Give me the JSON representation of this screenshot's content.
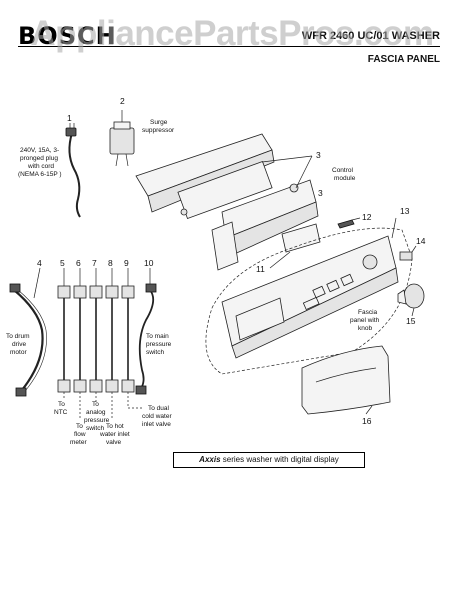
{
  "header": {
    "brand": "BOSCH",
    "model_title": "WFR 2460 UC/01 WASHER",
    "section_title": "FASCIA PANEL",
    "watermark": "AppliancePartsPros.com"
  },
  "callouts": [
    "1",
    "2",
    "3",
    "3",
    "4",
    "5",
    "6",
    "7",
    "8",
    "9",
    "10",
    "11",
    "12",
    "13",
    "14",
    "15",
    "16"
  ],
  "labels": {
    "plug_line1": "240V, 15A, 3-",
    "plug_line2": "pronged plug",
    "plug_line3": "with cord",
    "plug_line4": "(NEMA 6-15P )",
    "surge_line1": "Surge",
    "surge_line2": "suppressor",
    "control_line1": "Control",
    "control_line2": "module",
    "drum_line1": "To drum",
    "drum_line2": "drive",
    "drum_line3": "motor",
    "pressure_line1": "To main",
    "pressure_line2": "pressure",
    "pressure_line3": "switch",
    "ntc_line1": "To",
    "ntc_line2": "NTC",
    "analog_line1": "To",
    "analog_line2": "analog",
    "analog_line3": "pressure",
    "analog_line4": "switch",
    "dual_line1": "To dual",
    "dual_line2": "cold water",
    "dual_line3": "inlet valve",
    "flow_line1": "To",
    "flow_line2": "flow",
    "flow_line3": "meter",
    "hot_line1": "To hot",
    "hot_line2": "water inlet",
    "hot_line3": "valve",
    "fascia_line1": "Fascia",
    "fascia_line2": "panel with",
    "fascia_line3": "knob"
  },
  "caption": {
    "series_name": "Axxis",
    "text": " series washer with digital display"
  }
}
